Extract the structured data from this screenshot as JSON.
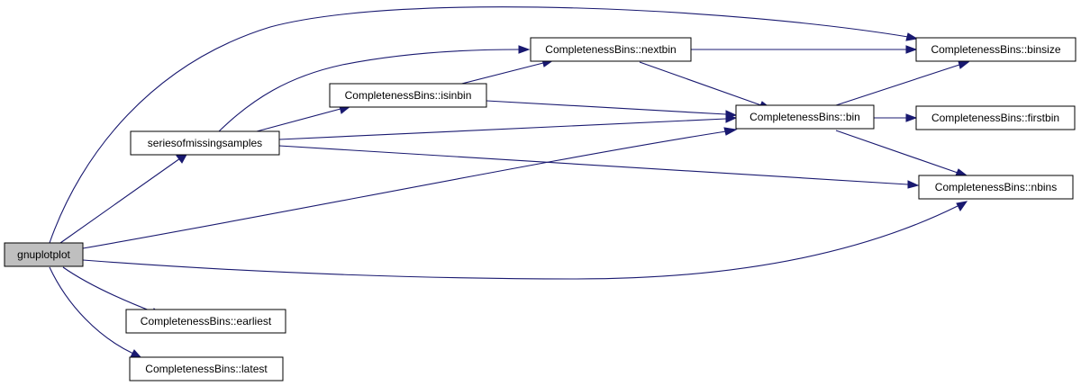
{
  "nodes": {
    "gnuplotplot": "gnuplotplot",
    "series": "seriesofmissingsamples",
    "isinbin": "CompletenessBins::isinbin",
    "nextbin": "CompletenessBins::nextbin",
    "bin": "CompletenessBins::bin",
    "binsize": "CompletenessBins::binsize",
    "firstbin": "CompletenessBins::firstbin",
    "nbins": "CompletenessBins::nbins",
    "earliest": "CompletenessBins::earliest",
    "latest": "CompletenessBins::latest"
  },
  "colors": {
    "edge": "#191970",
    "root_fill": "#bfbfbf",
    "node_fill": "#ffffff",
    "node_border": "#000000"
  }
}
